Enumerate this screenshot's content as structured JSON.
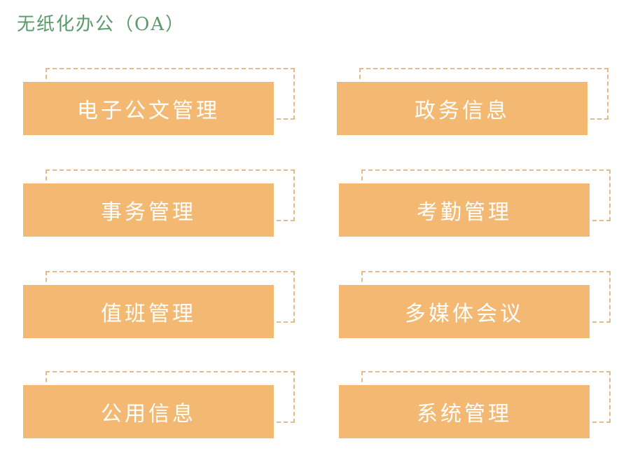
{
  "title": "无纸化办公（OA）",
  "modules": [
    {
      "label": "电子公文管理"
    },
    {
      "label": "政务信息"
    },
    {
      "label": "事务管理"
    },
    {
      "label": "考勤管理"
    },
    {
      "label": "值班管理"
    },
    {
      "label": "多媒体会议"
    },
    {
      "label": "公用信息"
    },
    {
      "label": "系统管理"
    }
  ],
  "colors": {
    "title": "#5a9a6a",
    "tile": "#f3b972",
    "frame": "#e8b88a",
    "label": "#ffffff"
  }
}
